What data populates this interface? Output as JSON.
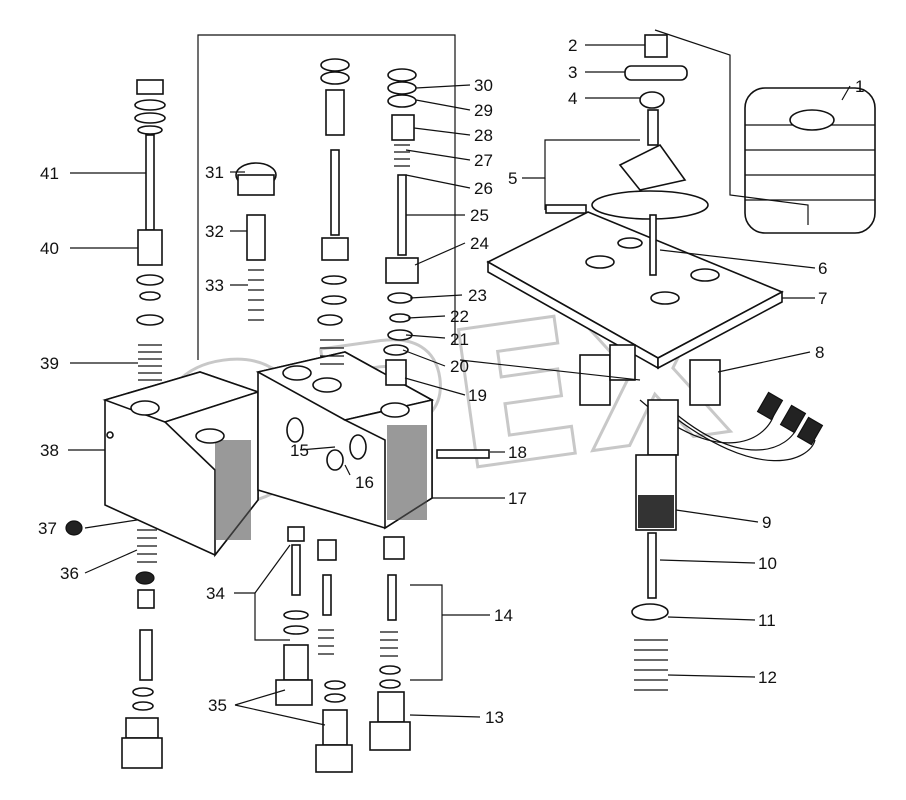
{
  "labels": [
    {
      "n": "1"
    },
    {
      "n": "2"
    },
    {
      "n": "3"
    },
    {
      "n": "4"
    },
    {
      "n": "5"
    },
    {
      "n": "6"
    },
    {
      "n": "7"
    },
    {
      "n": "8"
    },
    {
      "n": "9"
    },
    {
      "n": "10"
    },
    {
      "n": "11"
    },
    {
      "n": "12"
    },
    {
      "n": "13"
    },
    {
      "n": "14"
    },
    {
      "n": "15"
    },
    {
      "n": "16"
    },
    {
      "n": "17"
    },
    {
      "n": "18"
    },
    {
      "n": "19"
    },
    {
      "n": "20"
    },
    {
      "n": "21"
    },
    {
      "n": "22"
    },
    {
      "n": "23"
    },
    {
      "n": "24"
    },
    {
      "n": "25"
    },
    {
      "n": "26"
    },
    {
      "n": "27"
    },
    {
      "n": "28"
    },
    {
      "n": "29"
    },
    {
      "n": "30"
    },
    {
      "n": "31"
    },
    {
      "n": "32"
    },
    {
      "n": "33"
    },
    {
      "n": "34"
    },
    {
      "n": "35"
    },
    {
      "n": "36"
    },
    {
      "n": "37"
    },
    {
      "n": "38"
    },
    {
      "n": "39"
    },
    {
      "n": "40"
    },
    {
      "n": "41"
    }
  ],
  "watermark": "OPEX"
}
